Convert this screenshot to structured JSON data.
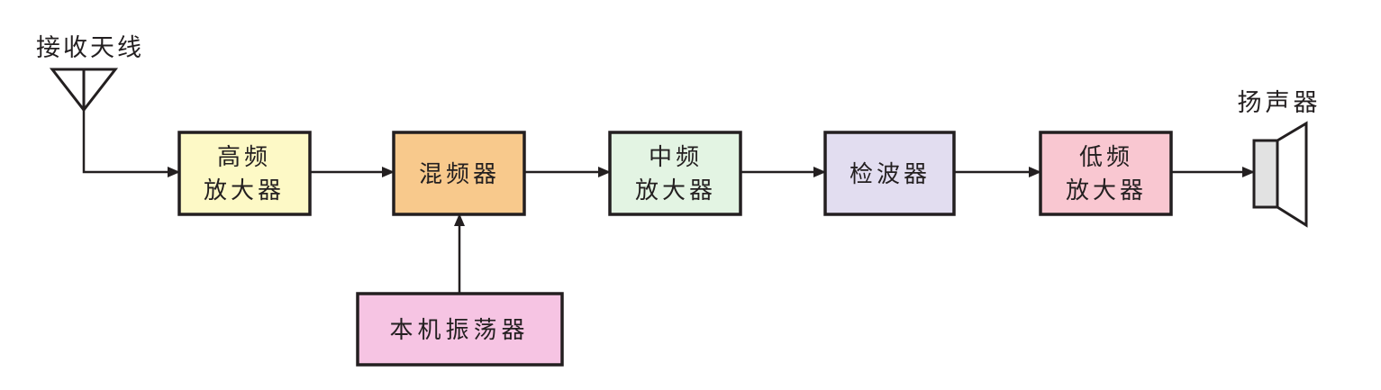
{
  "labels": {
    "antenna": "接收天线",
    "speaker": "扬声器"
  },
  "blocks": {
    "rf_amp": {
      "line1": "高频",
      "line2": "放大器",
      "fill": "#fdf9c6"
    },
    "mixer": {
      "line1": "混频器",
      "fill": "#f8c98c"
    },
    "if_amp": {
      "line1": "中频",
      "line2": "放大器",
      "fill": "#e3f4e3"
    },
    "detector": {
      "line1": "检波器",
      "fill": "#e2ddf0"
    },
    "af_amp": {
      "line1": "低频",
      "line2": "放大器",
      "fill": "#f9c7d1"
    },
    "local_osc": {
      "line1": "本机振荡器",
      "fill": "#f6c4e3"
    }
  },
  "colors": {
    "line": "#231f20",
    "speaker_body": "#e2e2e2"
  }
}
